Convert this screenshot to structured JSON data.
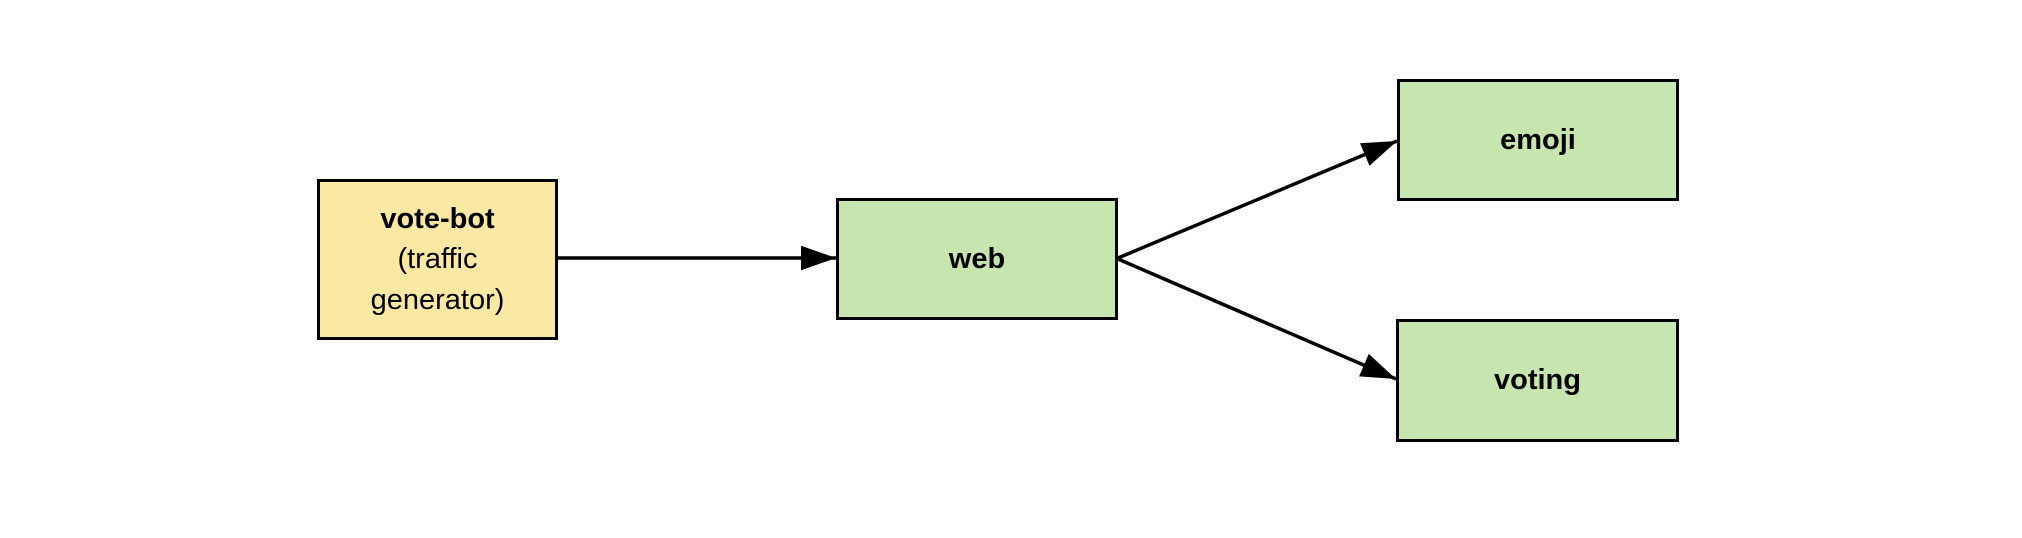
{
  "diagram": {
    "background_color": "#ffffff",
    "border_color": "#000000",
    "arrow_color": "#000000",
    "nodes": [
      {
        "id": "vote-bot",
        "label": "vote-bot",
        "sublabel_line1": "(traffic",
        "sublabel_line2": "generator)",
        "fill": "#FAE8A3"
      },
      {
        "id": "web",
        "label": "web",
        "fill": "#C7E5AE"
      },
      {
        "id": "emoji",
        "label": "emoji",
        "fill": "#C7E5AE"
      },
      {
        "id": "voting",
        "label": "voting",
        "fill": "#C7E5AE"
      }
    ],
    "edges": [
      {
        "from": "vote-bot",
        "to": "web"
      },
      {
        "from": "web",
        "to": "emoji"
      },
      {
        "from": "web",
        "to": "voting"
      }
    ]
  }
}
